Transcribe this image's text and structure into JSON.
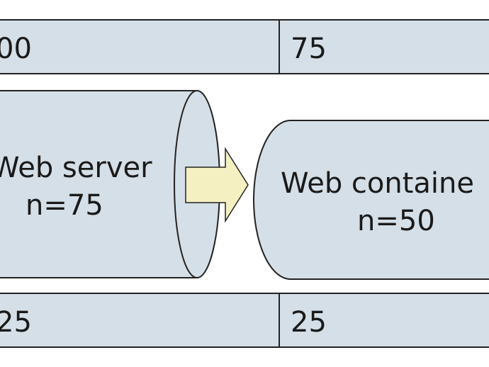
{
  "top_row": {
    "left_value": "00",
    "right_value": "75"
  },
  "bottom_row": {
    "left_value": "25",
    "right_value": "25"
  },
  "web_server": {
    "title": "Web server",
    "count": "n=75"
  },
  "web_container": {
    "title": "Web containe",
    "count": "n=50"
  },
  "colors": {
    "box_fill": "#d5dfe7",
    "stroke": "#222222",
    "arrow_fill": "#f4f0c2",
    "background": "#ffffff"
  }
}
